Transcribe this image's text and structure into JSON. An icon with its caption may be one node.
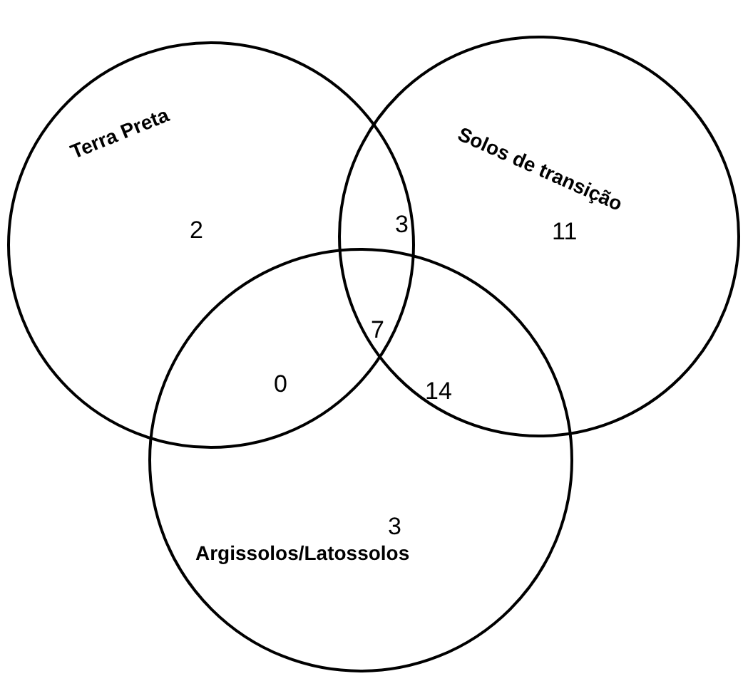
{
  "diagram": {
    "nodes": [
      {
        "text": [
          "Terra Preta"
        ]
      },
      {
        "text": [
          "Solos de transição"
        ]
      },
      {
        "text": [
          "Argissolos/Latossolos"
        ]
      }
    ],
    "labels": [
      "3",
      "2",
      "11",
      "7",
      "0",
      "14",
      "3"
    ]
  }
}
